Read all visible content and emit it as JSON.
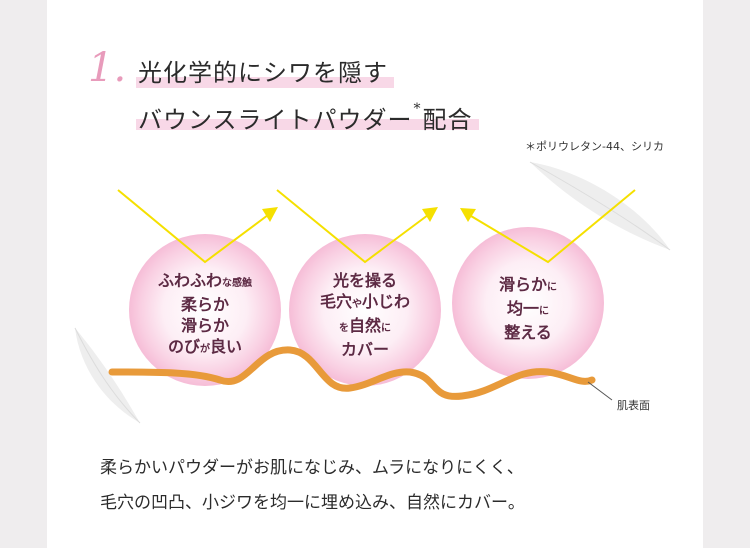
{
  "heading": {
    "number": "1.",
    "line1": "光化学的にシワを隠す",
    "line2": "バウンスライトパウダー",
    "asterisk": "*",
    "line2_suffix": "配合",
    "footnote": "＊ポリウレタン-44、シリカ"
  },
  "bubbles": [
    {
      "line1": "ふわふわ",
      "line1_small": "な感触",
      "line2": "柔らか",
      "line3": "滑らか",
      "line4": "のび",
      "line4_small": "が",
      "line4_end": "良い"
    },
    {
      "line1": "光を操る",
      "line2": "毛穴",
      "line2_small": "や",
      "line2_end": "小じわ",
      "line3_small1": "を",
      "line3": "自然",
      "line3_small2": "に",
      "line4": "カバー"
    },
    {
      "line1": "滑らか",
      "line1_small": "に",
      "line2": "均一",
      "line2_small": "に",
      "line3": "整える"
    }
  ],
  "skin_label": "肌表面",
  "description": {
    "line1": "柔らかいパウダーがお肌になじみ、ムラになりにくく、",
    "line2": "毛穴の凹凸、小ジワを均一に埋め込み、自然にカバー。"
  },
  "colors": {
    "accent_pink": "#e89bbb",
    "highlight": "#f8d8e7",
    "arrow_yellow": "#f5e000",
    "skin_orange": "#e89a3a",
    "bubble_text": "#5d2a44"
  }
}
